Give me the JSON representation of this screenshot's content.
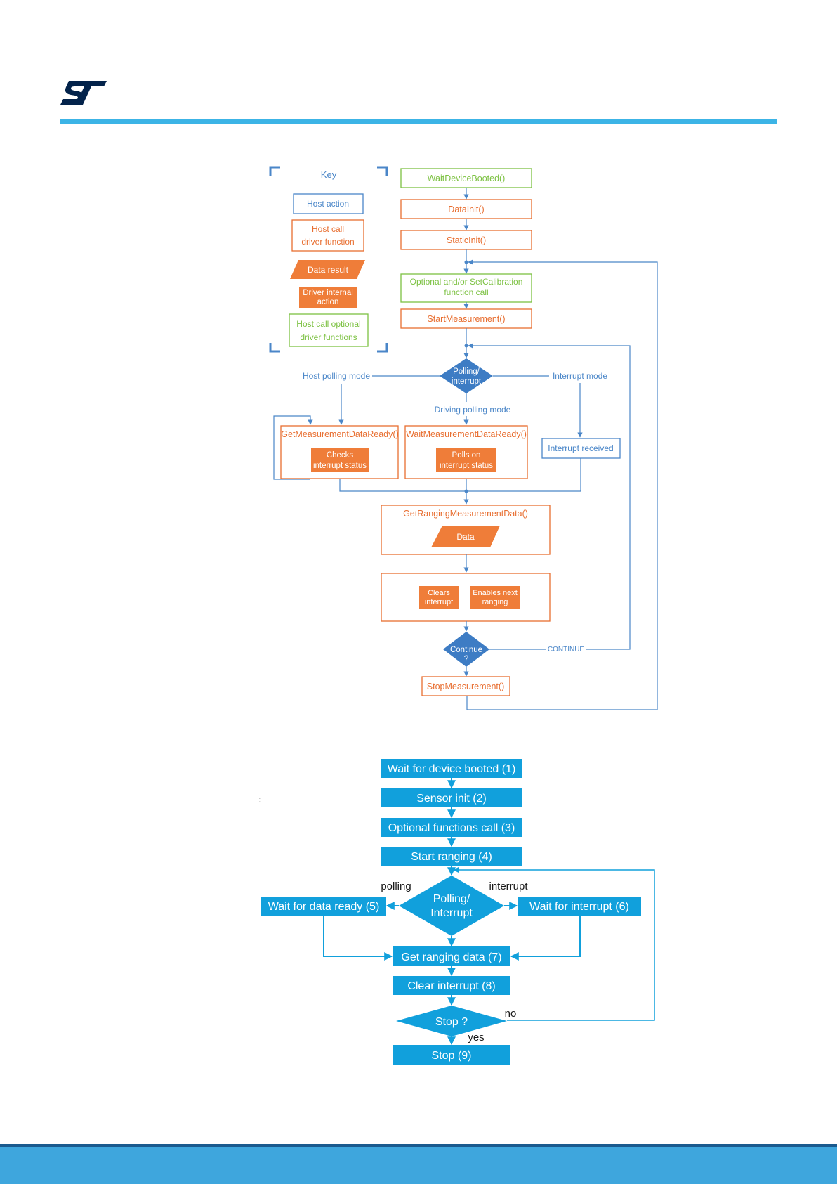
{
  "colors": {
    "header_rule": "#3cb4e6",
    "footer_band": "#3ea6dd",
    "blue": "#4a86c8",
    "orange": "#e86e30",
    "orange_fill": "#ef7d39",
    "green": "#7cc142",
    "diamond": "#3d7cc4",
    "cyan": "#11a0dc"
  },
  "logo": {
    "name": "st-logo"
  },
  "diagram1": {
    "key": {
      "title": "Key",
      "host_action": "Host action",
      "host_call_1": "Host call",
      "host_call_2": "driver function",
      "data_result": "Data result",
      "driver_internal_1": "Driver internal",
      "driver_internal_2": "action",
      "host_optional_1": "Host call optional",
      "host_optional_2": "driver functions"
    },
    "wait_booted": "WaitDeviceBooted()",
    "data_init": "DataInit()",
    "static_init": "StaticInit()",
    "optional_1": "Optional and/or SetCalibration",
    "optional_2": "function call",
    "start_measurement": "StartMeasurement()",
    "polling_1": "Polling/",
    "polling_2": "interrupt",
    "host_polling_mode": "Host polling mode",
    "interrupt_mode": "Interrupt mode",
    "driving_polling_mode": "Driving polling mode",
    "get_data_ready": "GetMeasurementDataReady()",
    "checks_1": "Checks",
    "checks_2": "interrupt status",
    "wait_data_ready": "WaitMeasurementDataReady()",
    "polls_1": "Polls on",
    "polls_2": "interrupt status",
    "interrupt_received": "Interrupt received",
    "get_ranging": "GetRangingMeasurementData()",
    "data": "Data",
    "clears_1": "Clears",
    "clears_2": "interrupt",
    "enables_1": "Enables next",
    "enables_2": "ranging",
    "continue_1": "Continue",
    "continue_2": "?",
    "continue_label": "CONTINUE",
    "stop_measurement": "StopMeasurement()"
  },
  "diagram2": {
    "wait_booted": "Wait for device booted (1)",
    "sensor_init": "Sensor init (2)",
    "optional_call": "Optional functions call (3)",
    "start_ranging": "Start ranging (4)",
    "polling_label": "polling",
    "interrupt_label": "interrupt",
    "wait_data_ready": "Wait for data ready (5)",
    "polling_1": "Polling/",
    "polling_2": "Interrupt",
    "wait_interrupt": "Wait for interrupt (6)",
    "get_ranging": "Get ranging data (7)",
    "clear_interrupt": "Clear interrupt (8)",
    "stop_q": "Stop ?",
    "no_label": "no",
    "yes_label": "yes",
    "stop": "Stop (9)",
    "stray_mark": ":"
  }
}
